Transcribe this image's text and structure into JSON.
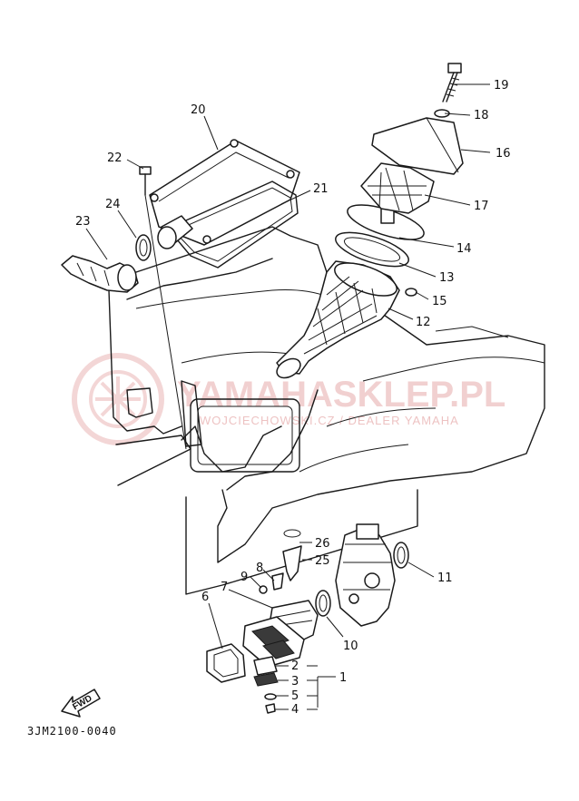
{
  "diagram": {
    "diagram_code": "3JM2100-0040",
    "fwd_label": "FWD",
    "watermark": {
      "main": "YAMAHASKLEP.PL",
      "sub": "WOJCIECHOWSKI.CZ / DEALER YAMAHA"
    },
    "callouts": [
      "1",
      "2",
      "3",
      "4",
      "5",
      "6",
      "7",
      "8",
      "9",
      "10",
      "11",
      "12",
      "13",
      "14",
      "15",
      "16",
      "17",
      "18",
      "19",
      "20",
      "21",
      "22",
      "23",
      "24",
      "25",
      "26"
    ],
    "colors": {
      "line": "#1a1a1a",
      "watermark": "#d97a7a"
    }
  }
}
